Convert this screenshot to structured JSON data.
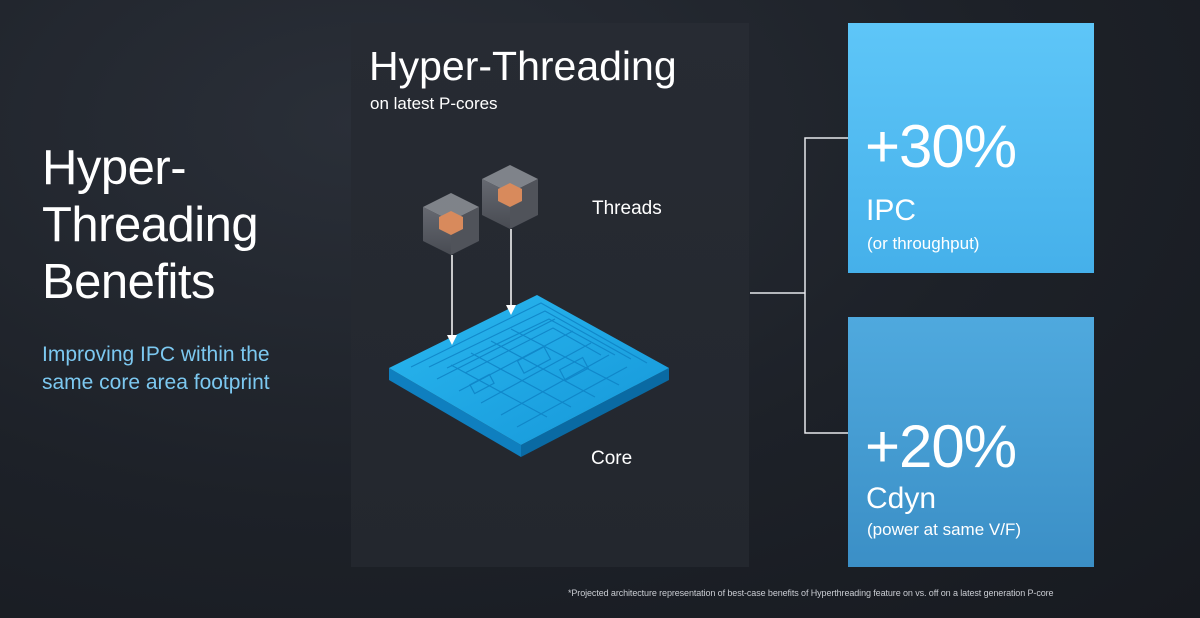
{
  "left": {
    "title_lines": [
      "Hyper-",
      "Threading",
      "Benefits"
    ],
    "subtitle_lines": [
      "Improving IPC within the",
      "same core area footprint"
    ]
  },
  "panel": {
    "title": "Hyper-Threading",
    "subtitle": "on latest P-cores",
    "threads_label": "Threads",
    "core_label": "Core"
  },
  "stats": [
    {
      "value": "+30%",
      "metric": "IPC",
      "note": "(or throughput)"
    },
    {
      "value": "+20%",
      "metric": "Cdyn",
      "note": "(power at same V/F)"
    }
  ],
  "footnote": "*Projected architecture representation of best-case benefits of Hyperthreading feature on vs. off  on a latest generation P-core",
  "colors": {
    "background": "#1d2128",
    "panel": "#25292f",
    "accent_text": "#7cc8f0",
    "stat_top": "#52bcf2",
    "stat_bottom": "#4499d0",
    "core_chip": "#1aa8e6",
    "thread_inner": "#d88a5c"
  }
}
